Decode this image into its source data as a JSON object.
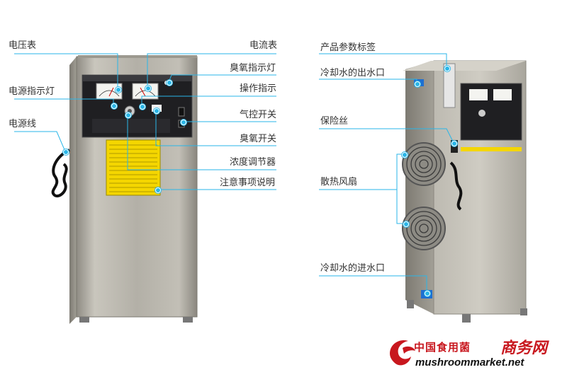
{
  "left_labels": {
    "voltmeter": "电压表",
    "power_indicator": "电源指示灯",
    "power_cord": "电源线",
    "ammeter": "电流表",
    "ozone_indicator": "臭氧指示灯",
    "operation_indicator": "操作指示",
    "air_switch": "气控开关",
    "ozone_switch": "臭氧开关",
    "concentration_knob": "浓度调节器",
    "notes": "注意事项说明"
  },
  "right_labels": {
    "param_label": "产品参数标签",
    "cooling_outlet": "冷却水的出水口",
    "fuse": "保险丝",
    "fan": "散热风扇",
    "cooling_inlet": "冷却水的进水口"
  },
  "brand": {
    "name_cn": "中国食用菌",
    "name_cn_bold": "商务网",
    "url": "mushroommarket.net"
  },
  "colors": {
    "accent": "#29b6e8",
    "brand_red": "#c8171e",
    "cabinet": "#b9b6ad"
  }
}
